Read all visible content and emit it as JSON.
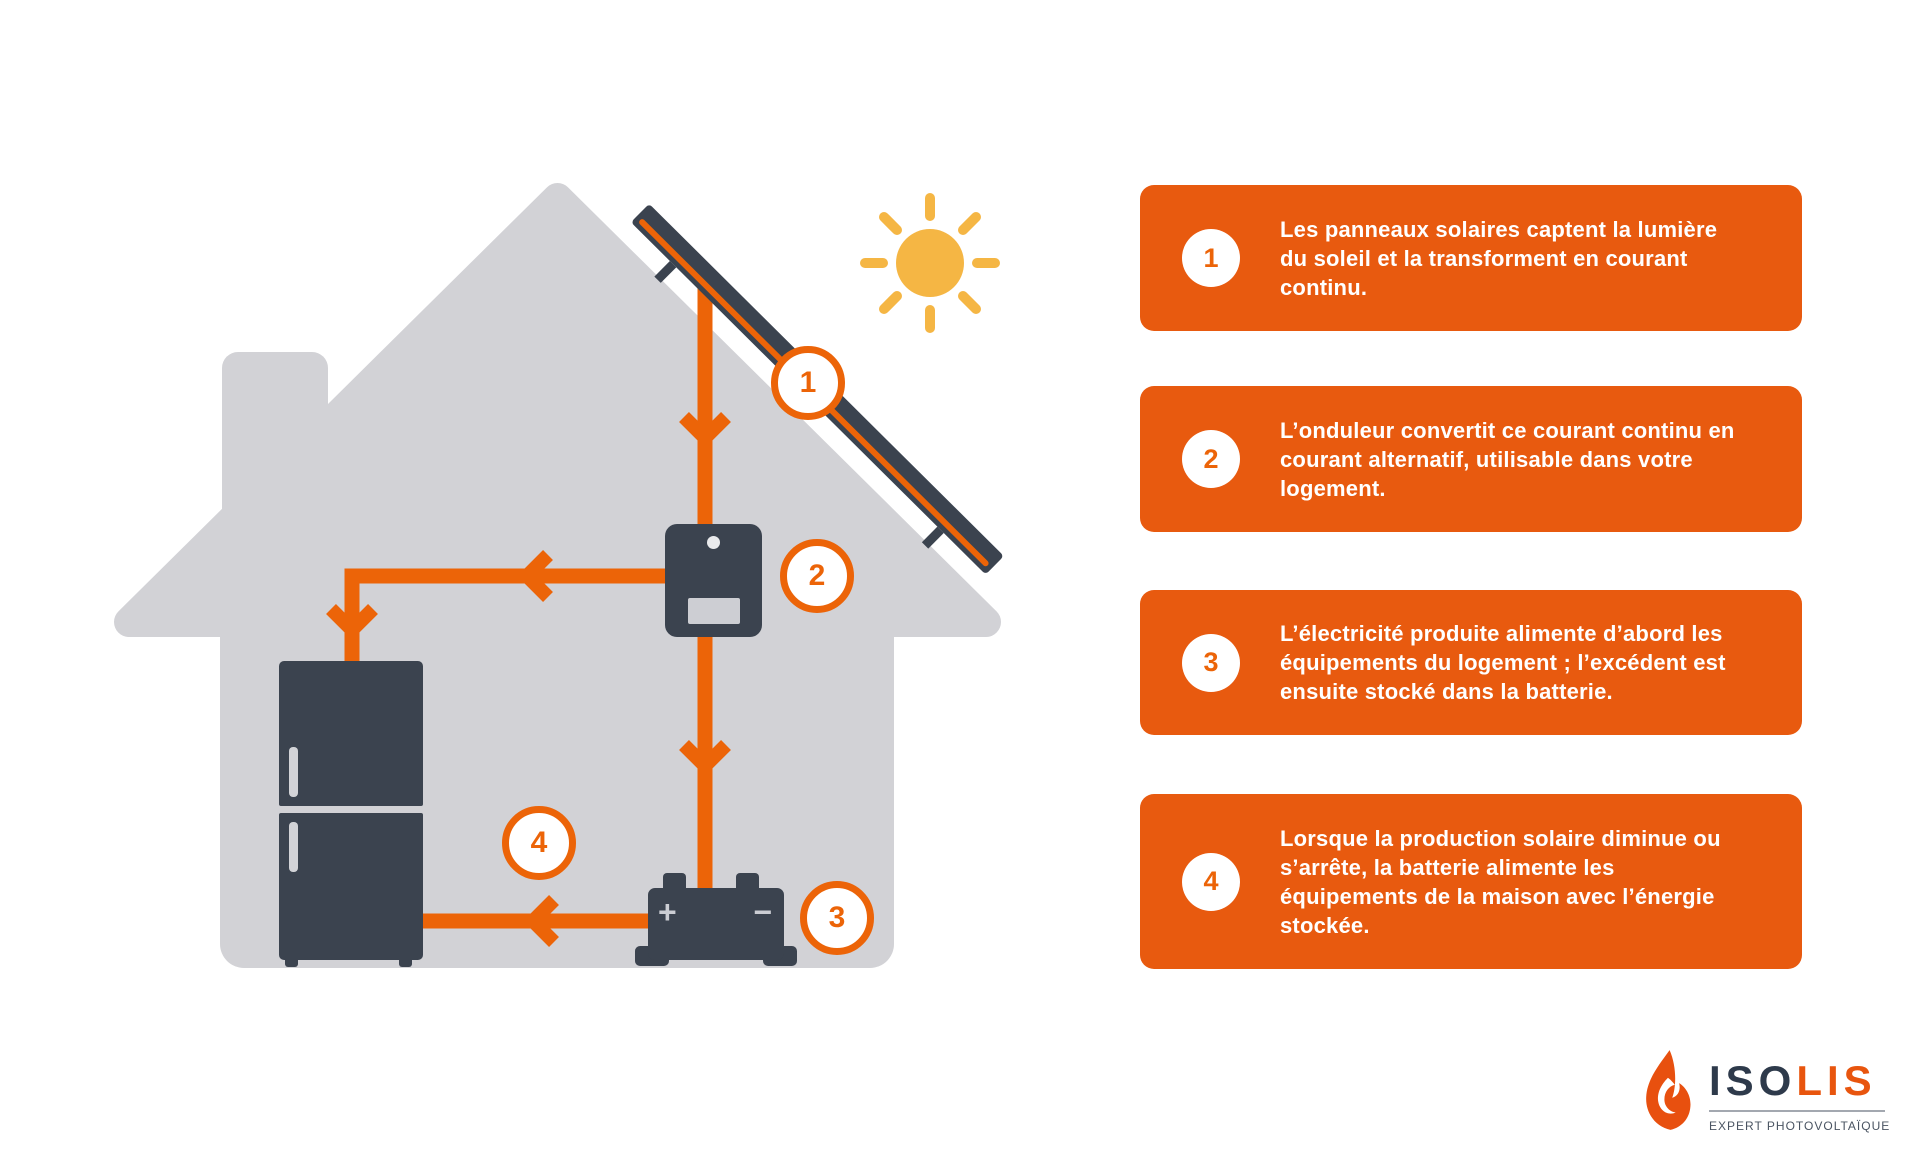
{
  "colors": {
    "accent_orange": "#EC6408",
    "card_orange": "#E85A0F",
    "equipment_slate": "#3B434F",
    "house_gray": "#D2D2D6",
    "sun_yellow": "#F5B644",
    "logo_navy": "#2E3A4B",
    "white": "#FFFFFF"
  },
  "diagram": {
    "battery": {
      "plus_label": "+",
      "minus_label": "−"
    }
  },
  "steps": [
    {
      "number": "1",
      "lines": [
        "Les panneaux solaires captent la lumière",
        "du soleil et la transforment en courant",
        "continu."
      ]
    },
    {
      "number": "2",
      "lines": [
        "L’onduleur convertit ce courant continu en",
        "courant alternatif, utilisable dans votre",
        "logement."
      ]
    },
    {
      "number": "3",
      "lines": [
        "L’électricité produite alimente d’abord les",
        "équipements du logement ; l’excédent est",
        "ensuite stocké dans la batterie."
      ]
    },
    {
      "number": "4",
      "lines": [
        "Lorsque la production solaire diminue ou",
        "s’arrête, la batterie alimente les",
        "équipements de la maison avec l’énergie",
        "stockée."
      ]
    }
  ],
  "logo": {
    "name_primary": "ISO",
    "name_secondary": "LIS",
    "tagline": "EXPERT PHOTOVOLTAÏQUE"
  }
}
